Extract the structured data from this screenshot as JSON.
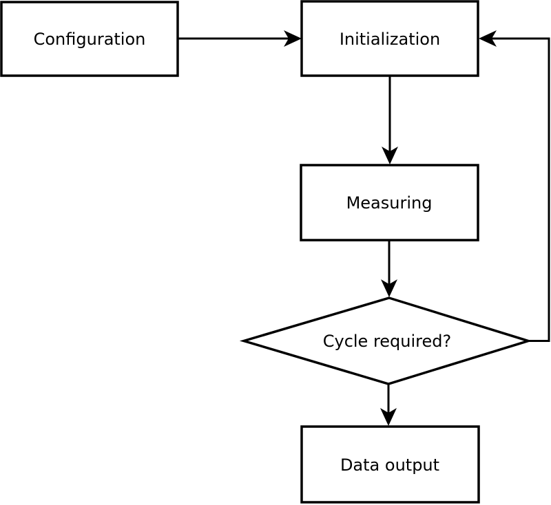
{
  "diagram": {
    "type": "flowchart",
    "background_color": "#ffffff",
    "stroke_color": "#000000",
    "text_color": "#000000",
    "nodes": [
      {
        "id": "configuration",
        "shape": "rectangle",
        "label": "Configuration"
      },
      {
        "id": "initialization",
        "shape": "rectangle",
        "label": "Initialization"
      },
      {
        "id": "measuring",
        "shape": "rectangle",
        "label": "Measuring"
      },
      {
        "id": "cycle-required",
        "shape": "diamond",
        "label": "Cycle required?"
      },
      {
        "id": "data-output",
        "shape": "rectangle",
        "label": "Data output"
      }
    ],
    "edges": [
      {
        "from": "configuration",
        "to": "initialization",
        "kind": "straight-arrow"
      },
      {
        "from": "initialization",
        "to": "measuring",
        "kind": "straight-arrow"
      },
      {
        "from": "measuring",
        "to": "cycle-required",
        "kind": "straight-arrow"
      },
      {
        "from": "cycle-required",
        "to": "data-output",
        "kind": "straight-arrow"
      },
      {
        "from": "cycle-required",
        "to": "initialization",
        "kind": "feedback-loop-arrow"
      }
    ]
  }
}
